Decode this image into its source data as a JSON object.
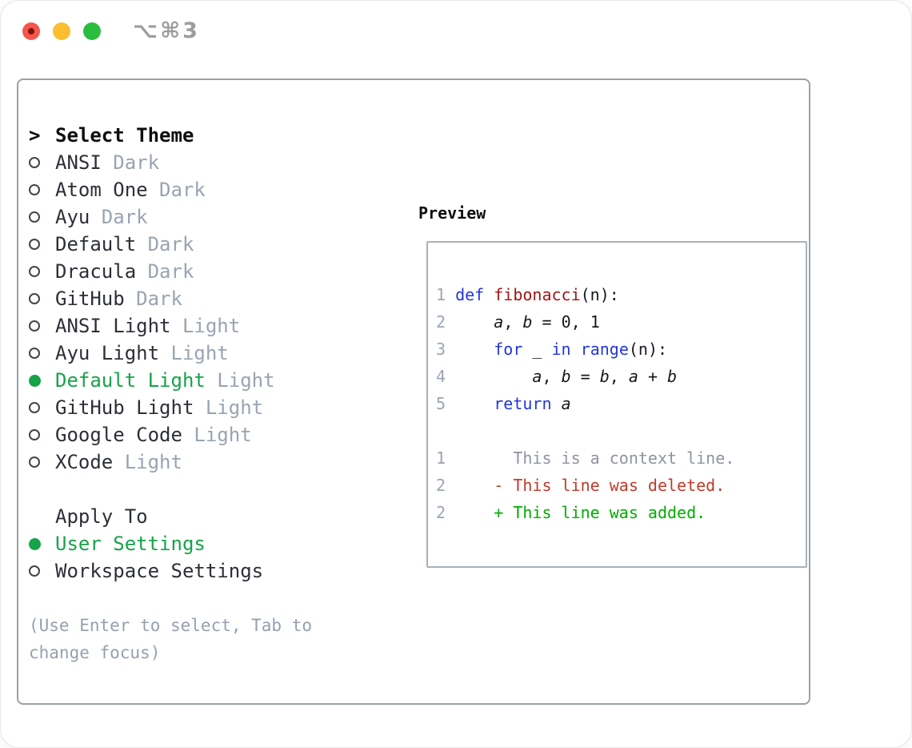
{
  "window": {
    "title": "⌥⌘3",
    "buttons": [
      {
        "name": "close"
      },
      {
        "name": "minimize"
      },
      {
        "name": "zoom"
      }
    ]
  },
  "theme_panel": {
    "cursor": ">",
    "title": "Select Theme",
    "items": [
      {
        "name": "ANSI",
        "variant": "Dark",
        "selected": false
      },
      {
        "name": "Atom One",
        "variant": "Dark",
        "selected": false
      },
      {
        "name": "Ayu",
        "variant": "Dark",
        "selected": false
      },
      {
        "name": "Default",
        "variant": "Dark",
        "selected": false
      },
      {
        "name": "Dracula",
        "variant": "Dark",
        "selected": false
      },
      {
        "name": "GitHub",
        "variant": "Dark",
        "selected": false
      },
      {
        "name": "ANSI Light",
        "variant": "Light",
        "selected": false
      },
      {
        "name": "Ayu Light",
        "variant": "Light",
        "selected": false
      },
      {
        "name": "Default Light",
        "variant": "Light",
        "selected": true
      },
      {
        "name": "GitHub Light",
        "variant": "Light",
        "selected": false
      },
      {
        "name": "Google Code",
        "variant": "Light",
        "selected": false
      },
      {
        "name": "XCode",
        "variant": "Light",
        "selected": false
      }
    ],
    "apply_to": {
      "label": "Apply To",
      "options": [
        {
          "name": "User Settings",
          "selected": true
        },
        {
          "name": "Workspace Settings",
          "selected": false
        }
      ]
    },
    "help": "(Use Enter to select, Tab to change focus)"
  },
  "preview": {
    "title": "Preview",
    "lines": [
      {
        "num": "1",
        "segs": [
          {
            "t": "def",
            "c": "kw"
          },
          {
            "t": " ",
            "c": "pl"
          },
          {
            "t": "fibonacci",
            "c": "fn"
          },
          {
            "t": "(n):",
            "c": "pl"
          }
        ]
      },
      {
        "num": "2",
        "segs": [
          {
            "t": "    ",
            "c": "pl"
          },
          {
            "t": "a",
            "c": "var"
          },
          {
            "t": ", ",
            "c": "pl"
          },
          {
            "t": "b",
            "c": "var"
          },
          {
            "t": " = 0, 1",
            "c": "pl"
          }
        ]
      },
      {
        "num": "3",
        "segs": [
          {
            "t": "    ",
            "c": "pl"
          },
          {
            "t": "for",
            "c": "kw"
          },
          {
            "t": " _ ",
            "c": "pl"
          },
          {
            "t": "in",
            "c": "kw"
          },
          {
            "t": " ",
            "c": "pl"
          },
          {
            "t": "range",
            "c": "kw"
          },
          {
            "t": "(n):",
            "c": "pl"
          }
        ]
      },
      {
        "num": "4",
        "segs": [
          {
            "t": "        ",
            "c": "pl"
          },
          {
            "t": "a",
            "c": "var"
          },
          {
            "t": ", ",
            "c": "pl"
          },
          {
            "t": "b",
            "c": "var"
          },
          {
            "t": " = ",
            "c": "pl"
          },
          {
            "t": "b",
            "c": "var"
          },
          {
            "t": ", ",
            "c": "pl"
          },
          {
            "t": "a",
            "c": "var"
          },
          {
            "t": " + ",
            "c": "pl"
          },
          {
            "t": "b",
            "c": "var"
          }
        ]
      },
      {
        "num": "5",
        "segs": [
          {
            "t": "    ",
            "c": "pl"
          },
          {
            "t": "return",
            "c": "kw"
          },
          {
            "t": " ",
            "c": "pl"
          },
          {
            "t": "a",
            "c": "var"
          }
        ]
      },
      {
        "num": "",
        "segs": []
      },
      {
        "num": "1",
        "segs": [
          {
            "t": "      This is a context line.",
            "c": "ctx"
          }
        ]
      },
      {
        "num": "2",
        "segs": [
          {
            "t": "    - This line was deleted.",
            "c": "del"
          }
        ]
      },
      {
        "num": "2",
        "segs": [
          {
            "t": "    + This line was added.",
            "c": "add"
          }
        ]
      }
    ]
  },
  "colors": {
    "selection_green": "#16a34a",
    "added_green": "#00ad00",
    "deleted_red": "#c23a2b",
    "keyword_blue": "#2236dd",
    "function_red": "#a31515",
    "muted_gray": "#99a4b2",
    "line_number_gray": "#9ba4b2",
    "border_gray": "#99a1ab",
    "traffic_red": "#f4564c",
    "traffic_yellow": "#fcbd2f",
    "traffic_green": "#2abd3f"
  }
}
